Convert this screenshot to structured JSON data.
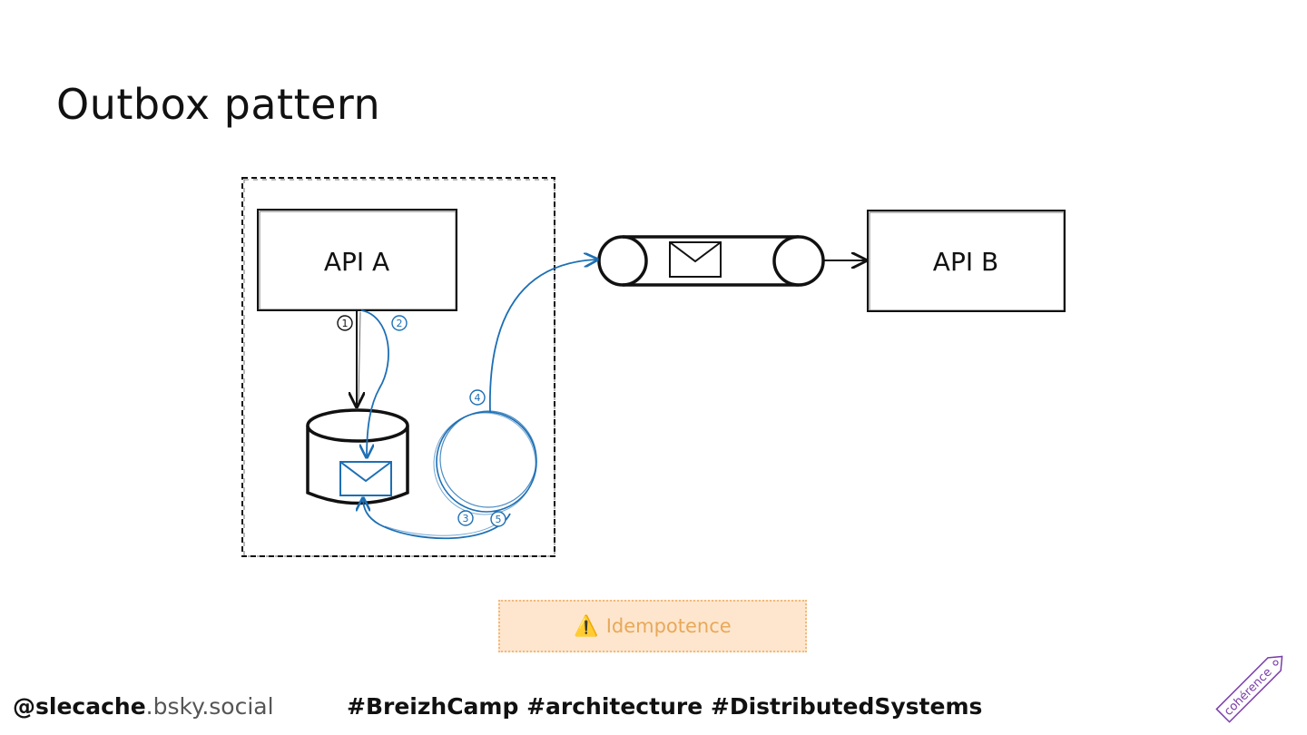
{
  "slide": {
    "title": "Outbox pattern"
  },
  "diagram": {
    "api_a_label": "API A",
    "api_b_label": "API B",
    "steps": [
      "1",
      "2",
      "3",
      "4",
      "5"
    ],
    "colors": {
      "black": "#111111",
      "blue": "#1d6fb4"
    }
  },
  "callout": {
    "icon": "warning-icon",
    "text": "Idempotence"
  },
  "footer": {
    "handle": "@slecache",
    "handle_domain": ".bsky.social",
    "hashtags": "#BreizhCamp #architecture #DistributedSystems"
  },
  "logo": {
    "text": "cohérence"
  }
}
